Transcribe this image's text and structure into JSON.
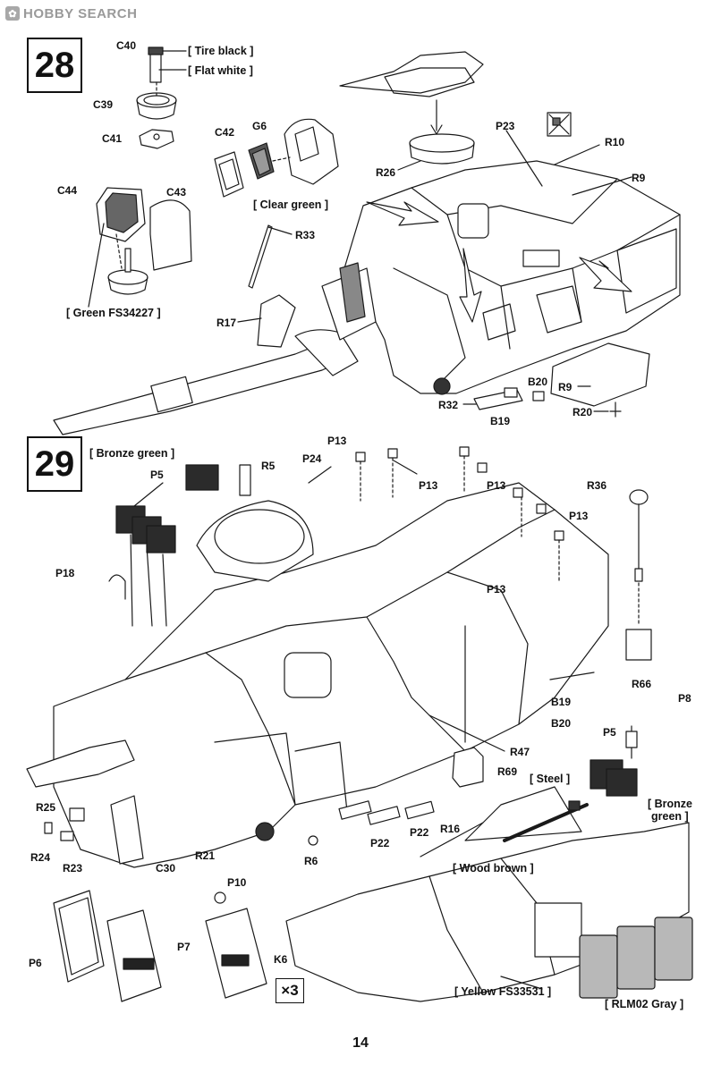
{
  "watermark": {
    "brand": "HOBBY SEARCH",
    "logo_glyph": "✿"
  },
  "steps": [
    {
      "number": "28",
      "parts": [
        "C40",
        "C39",
        "C41",
        "C42",
        "G6",
        "C44",
        "C43",
        "P23",
        "R10",
        "R9",
        "R26",
        "R33",
        "R17",
        "R32",
        "B20",
        "B19",
        "R9",
        "R20"
      ],
      "notes": {
        "tire_black": "[ Tire black ]",
        "flat_white": "[ Flat white ]",
        "clear_green": "[ Clear green ]",
        "green_fs": "[ Green FS34227 ]"
      }
    },
    {
      "number": "29",
      "parts": [
        "P5",
        "R5",
        "P24",
        "P13",
        "P13",
        "P13",
        "P13",
        "P13",
        "R36",
        "P18",
        "R66",
        "B19",
        "B20",
        "P8",
        "P5",
        "R47",
        "R69",
        "R25",
        "R24",
        "R23",
        "C30",
        "R21",
        "R6",
        "P22",
        "P22",
        "R16",
        "P10",
        "P7",
        "P6",
        "K6"
      ],
      "notes": {
        "bronze_green_top": "[ Bronze green ]",
        "steel": "[ Steel ]",
        "bronze_green_right_1": "[ Bronze",
        "bronze_green_right_2": "green ]",
        "wood_brown": "[ Wood brown ]",
        "yellow_fs": "[ Yellow FS33531 ]",
        "rlm02": "[ RLM02 Gray ]"
      },
      "multiplier": "×3"
    }
  ],
  "page_number": "14",
  "colors": {
    "line": "#1a1a1a",
    "bronze_green": "#2b2b2b",
    "rlm02_gray": "#b8b8b8"
  }
}
